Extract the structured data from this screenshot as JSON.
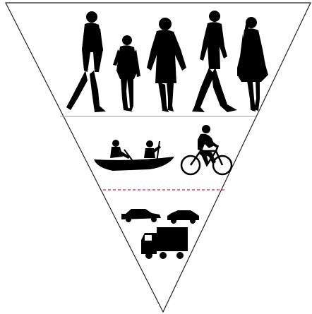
{
  "diagram": {
    "shape": "inverted-triangle",
    "tiers": [
      {
        "id": "people",
        "icons": [
          "person-walking-icon",
          "child-standing-icon",
          "person-with-coat-icon",
          "person-striding-icon",
          "woman-with-bag-icon"
        ]
      },
      {
        "id": "boats-and-bikes",
        "icons": [
          "canoe-icon",
          "cyclist-icon"
        ]
      },
      {
        "id": "motor-vehicles",
        "icons": [
          "sedan-icon",
          "hatchback-icon",
          "truck-icon"
        ]
      }
    ],
    "colors": {
      "outline": "#222222",
      "divider": "#9a9a9a",
      "dashed_divider": "#e0385a",
      "silhouette": "#000000",
      "background": "#ffffff"
    }
  }
}
